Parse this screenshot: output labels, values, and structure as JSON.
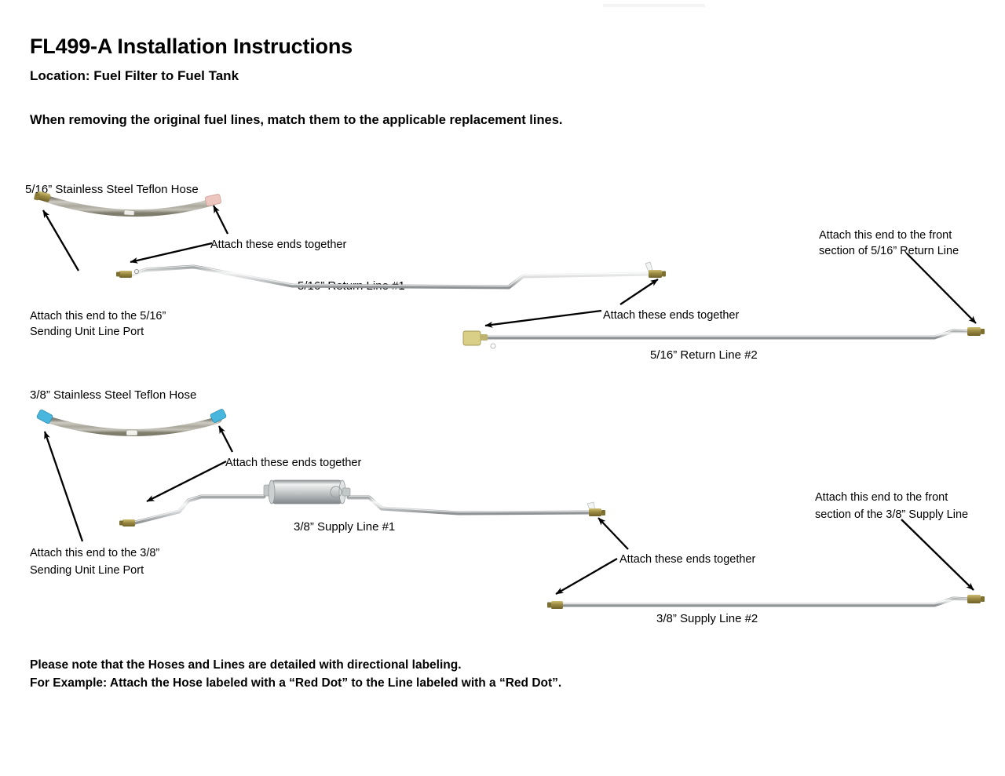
{
  "document": {
    "title": "FL499-A Installation Instructions",
    "subtitle": "Location: Fuel Filter to Fuel Tank",
    "lead_instruction": "When removing the original fuel lines, match them to the applicable replacement lines.",
    "footer_note_line1": "Please note that the Hoses and Lines are detailed with directional labeling.",
    "footer_note_line2": "For Example: Attach the Hose labeled with a “Red Dot” to the Line labeled with a “Red Dot”."
  },
  "section_return": {
    "hose_label": "5/16” Stainless Steel Teflon Hose",
    "hose_fitting_left_color": "#b8a23c",
    "hose_fitting_right_color": "#edc6bf",
    "anno_attach_ends_hose": "Attach these ends together",
    "anno_sending_unit_line1": "Attach this end to the 5/16”",
    "anno_sending_unit_line2": "Sending Unit Line Port",
    "line1_label": "5/16” Return Line #1",
    "anno_attach_ends_lines": "Attach these ends together",
    "line2_label": "5/16” Return Line #2",
    "anno_front_section_line1": "Attach this end to the front",
    "anno_front_section_line2": "section of 5/16” Return Line"
  },
  "section_supply": {
    "hose_label": "3/8” Stainless Steel Teflon Hose",
    "hose_fitting_left_color": "#49b6dd",
    "hose_fitting_right_color": "#49b6dd",
    "anno_attach_ends_hose": "Attach these ends together",
    "anno_sending_unit_line1": "Attach this end to the 3/8”",
    "anno_sending_unit_line2": "Sending Unit Line Port",
    "line1_label": "3/8” Supply Line #1",
    "anno_attach_ends_lines": "Attach these ends together",
    "line2_label": "3/8” Supply Line #2",
    "anno_front_section_line1": "Attach this end to the front",
    "anno_front_section_line2": "section of the 3/8” Supply Line"
  },
  "colors": {
    "tube_light": "#e9eaea",
    "tube_mid": "#b9bcbd",
    "tube_dark": "#8f9395",
    "brass": "#a08f48",
    "brass_light": "#cfc070",
    "filter_body": "#b5b8b9"
  }
}
